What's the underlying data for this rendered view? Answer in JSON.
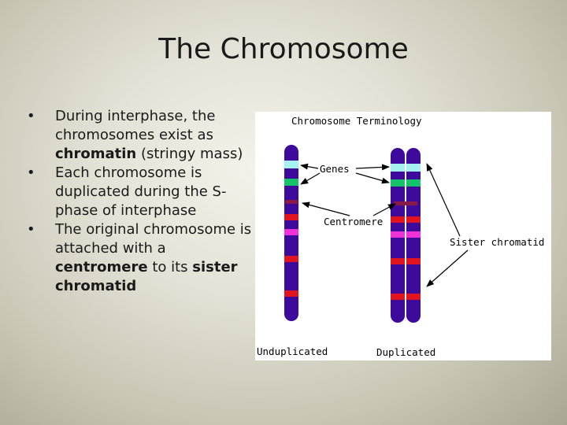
{
  "slide": {
    "title": "The Chromosome",
    "bullets": [
      {
        "parts": [
          "During interphase, the chromosomes exist as ",
          "chromatin",
          " (stringy mass)"
        ],
        "bold": [
          false,
          true,
          false
        ]
      },
      {
        "parts": [
          "Each chromosome is duplicated during the S-phase of interphase"
        ],
        "bold": [
          false
        ]
      },
      {
        "parts": [
          "The original chromosome is attached with a ",
          "centromere",
          " to its ",
          "sister chromatid"
        ],
        "bold": [
          false,
          true,
          false,
          true
        ]
      }
    ],
    "bullet_glyph": "•"
  },
  "figure": {
    "title": "Chromosome Terminology",
    "labels": {
      "genes": "Genes",
      "centromere": "Centromere",
      "sister_chromatid": "Sister chromatid",
      "unduplicated": "Unduplicated",
      "duplicated": "Duplicated"
    },
    "colors": {
      "chromatid": "#3d0a9b",
      "band_cyan": "#a6f2f2",
      "band_green": "#16c26a",
      "band_red": "#e0151f",
      "band_magenta": "#f032d6",
      "centromere": "#8a1a4a"
    }
  }
}
